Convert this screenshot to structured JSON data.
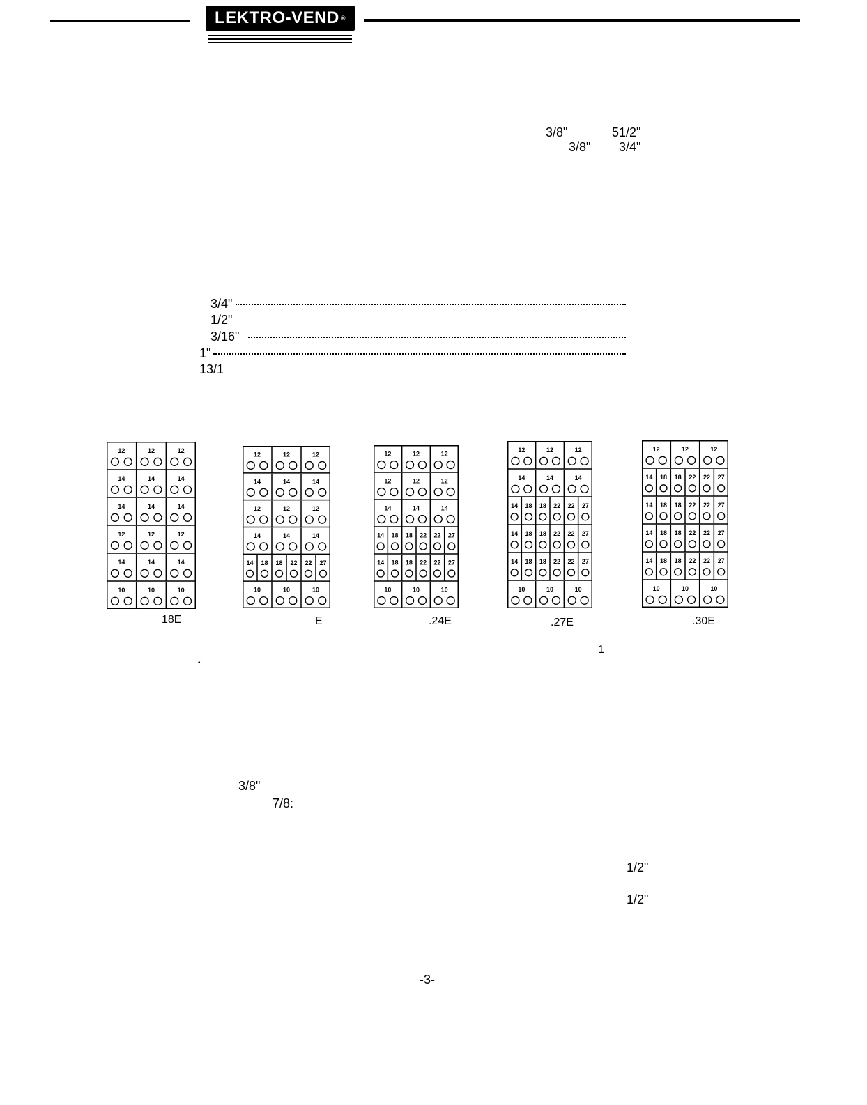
{
  "header": {
    "logo_text": "LEKTRO-VEND",
    "logo_mark": "®"
  },
  "fragments": {
    "f1": "3/8\"",
    "f2": "51/2\"",
    "f3": "3/8\"",
    "f4": "3/4\"",
    "list1": "3/4\"",
    "list2": "1/2\"",
    "list3": "3/16\"",
    "list4": "1\"",
    "list5": "13/1",
    "note1": "1",
    "note2": "•",
    "f5": "3/8\"",
    "f6": "7/8:",
    "f7": "1/2\"",
    "f8": "1/2\""
  },
  "trays": [
    {
      "caption": "18E",
      "rows": [
        [
          "12",
          "12",
          "12"
        ],
        [
          "14",
          "14",
          "14"
        ],
        [
          "14",
          "14",
          "14"
        ],
        [
          "12",
          "12",
          "12"
        ],
        [
          "14",
          "14",
          "14"
        ],
        [
          "10",
          "10",
          "10"
        ]
      ]
    },
    {
      "caption": "E",
      "rows": [
        [
          "12",
          "12",
          "12"
        ],
        [
          "14",
          "14",
          "14"
        ],
        [
          "12",
          "12",
          "12"
        ],
        [
          "14",
          "14",
          "14"
        ],
        [
          "14",
          "18",
          "18",
          "22",
          "22",
          "27"
        ],
        [
          "10",
          "10",
          "10"
        ]
      ]
    },
    {
      "caption": ".24E",
      "rows": [
        [
          "12",
          "12",
          "12"
        ],
        [
          "12",
          "12",
          "12"
        ],
        [
          "14",
          "14",
          "14"
        ],
        [
          "14",
          "18",
          "18",
          "22",
          "22",
          "27"
        ],
        [
          "14",
          "18",
          "18",
          "22",
          "22",
          "27"
        ],
        [
          "10",
          "10",
          "10"
        ]
      ]
    },
    {
      "caption": ".27E",
      "rows": [
        [
          "12",
          "12",
          "12"
        ],
        [
          "14",
          "14",
          "14"
        ],
        [
          "14",
          "18",
          "18",
          "22",
          "22",
          "27"
        ],
        [
          "14",
          "18",
          "18",
          "22",
          "22",
          "27"
        ],
        [
          "14",
          "18",
          "18",
          "22",
          "22",
          "27"
        ],
        [
          "10",
          "10",
          "10"
        ]
      ]
    },
    {
      "caption": ".30E",
      "rows": [
        [
          "12",
          "12",
          "12"
        ],
        [
          "14",
          "18",
          "18",
          "22",
          "22",
          "27"
        ],
        [
          "14",
          "18",
          "18",
          "22",
          "22",
          "27"
        ],
        [
          "14",
          "18",
          "18",
          "22",
          "22",
          "27"
        ],
        [
          "14",
          "18",
          "18",
          "22",
          "22",
          "27"
        ],
        [
          "10",
          "10",
          "10"
        ]
      ]
    }
  ],
  "footer": {
    "page_number": "-3-"
  }
}
